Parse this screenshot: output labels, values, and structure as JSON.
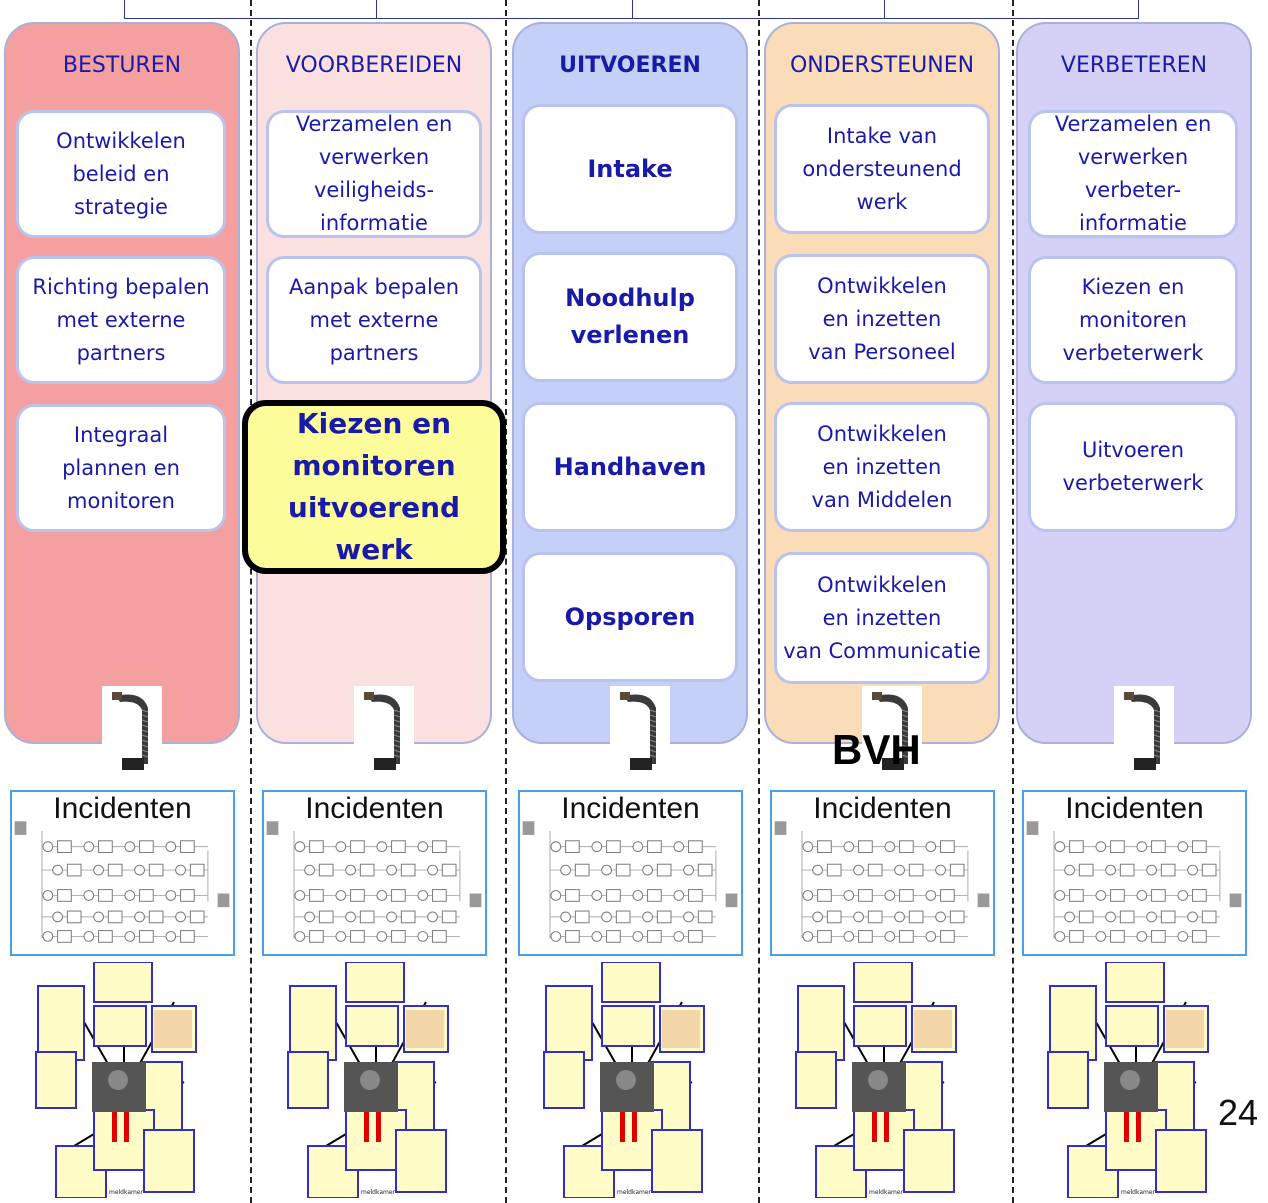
{
  "columns": [
    {
      "title": "BESTUREN",
      "bg": "#f4a0a0",
      "items": [
        {
          "lines": [
            "Ontwikkelen",
            "beleid en",
            "strategie"
          ]
        },
        {
          "lines": [
            "Richting bepalen",
            "met externe",
            "partners"
          ]
        },
        {
          "lines": [
            "Integraal",
            "plannen en",
            "monitoren"
          ]
        }
      ]
    },
    {
      "title": "VOORBEREIDEN",
      "bg": "#fbe0e0",
      "items": [
        {
          "lines": [
            "Verzamelen en",
            "verwerken",
            "veiligheids-",
            "informatie"
          ]
        },
        {
          "lines": [
            "Aanpak bepalen",
            "met externe",
            "partners"
          ]
        },
        {
          "lines": [
            "Kiezen en",
            "monitoren",
            "uitvoerend werk"
          ],
          "highlight": true
        }
      ]
    },
    {
      "title": "UITVOEREN",
      "bg": "#c4d0f8",
      "items": [
        {
          "lines": [
            "Intake"
          ]
        },
        {
          "lines": [
            "Noodhulp",
            "verlenen"
          ]
        },
        {
          "lines": [
            "Handhaven"
          ]
        },
        {
          "lines": [
            "Opsporen"
          ]
        }
      ]
    },
    {
      "title": "ONDERSTEUNEN",
      "bg": "#fbdcb8",
      "items": [
        {
          "lines": [
            "Intake van",
            "ondersteunend",
            "werk"
          ]
        },
        {
          "lines": [
            "Ontwikkelen",
            "en inzetten",
            "van Personeel"
          ]
        },
        {
          "lines": [
            "Ontwikkelen",
            "en inzetten",
            "van Middelen"
          ]
        },
        {
          "lines": [
            "Ontwikkelen",
            "en inzetten",
            "van Communicatie"
          ]
        }
      ]
    },
    {
      "title": "VERBETEREN",
      "bg": "#d4d0f6",
      "items": [
        {
          "lines": [
            "Verzamelen en",
            "verwerken",
            "verbeter-",
            "informatie"
          ]
        },
        {
          "lines": [
            "Kiezen en",
            "monitoren",
            "verbeterwerk"
          ]
        },
        {
          "lines": [
            "Uitvoeren",
            "verbeterwerk"
          ]
        }
      ]
    }
  ],
  "bvh_label": "BVH",
  "incident_label": "Incidenten",
  "collage_caption": "meldkamer",
  "page_number": "24"
}
